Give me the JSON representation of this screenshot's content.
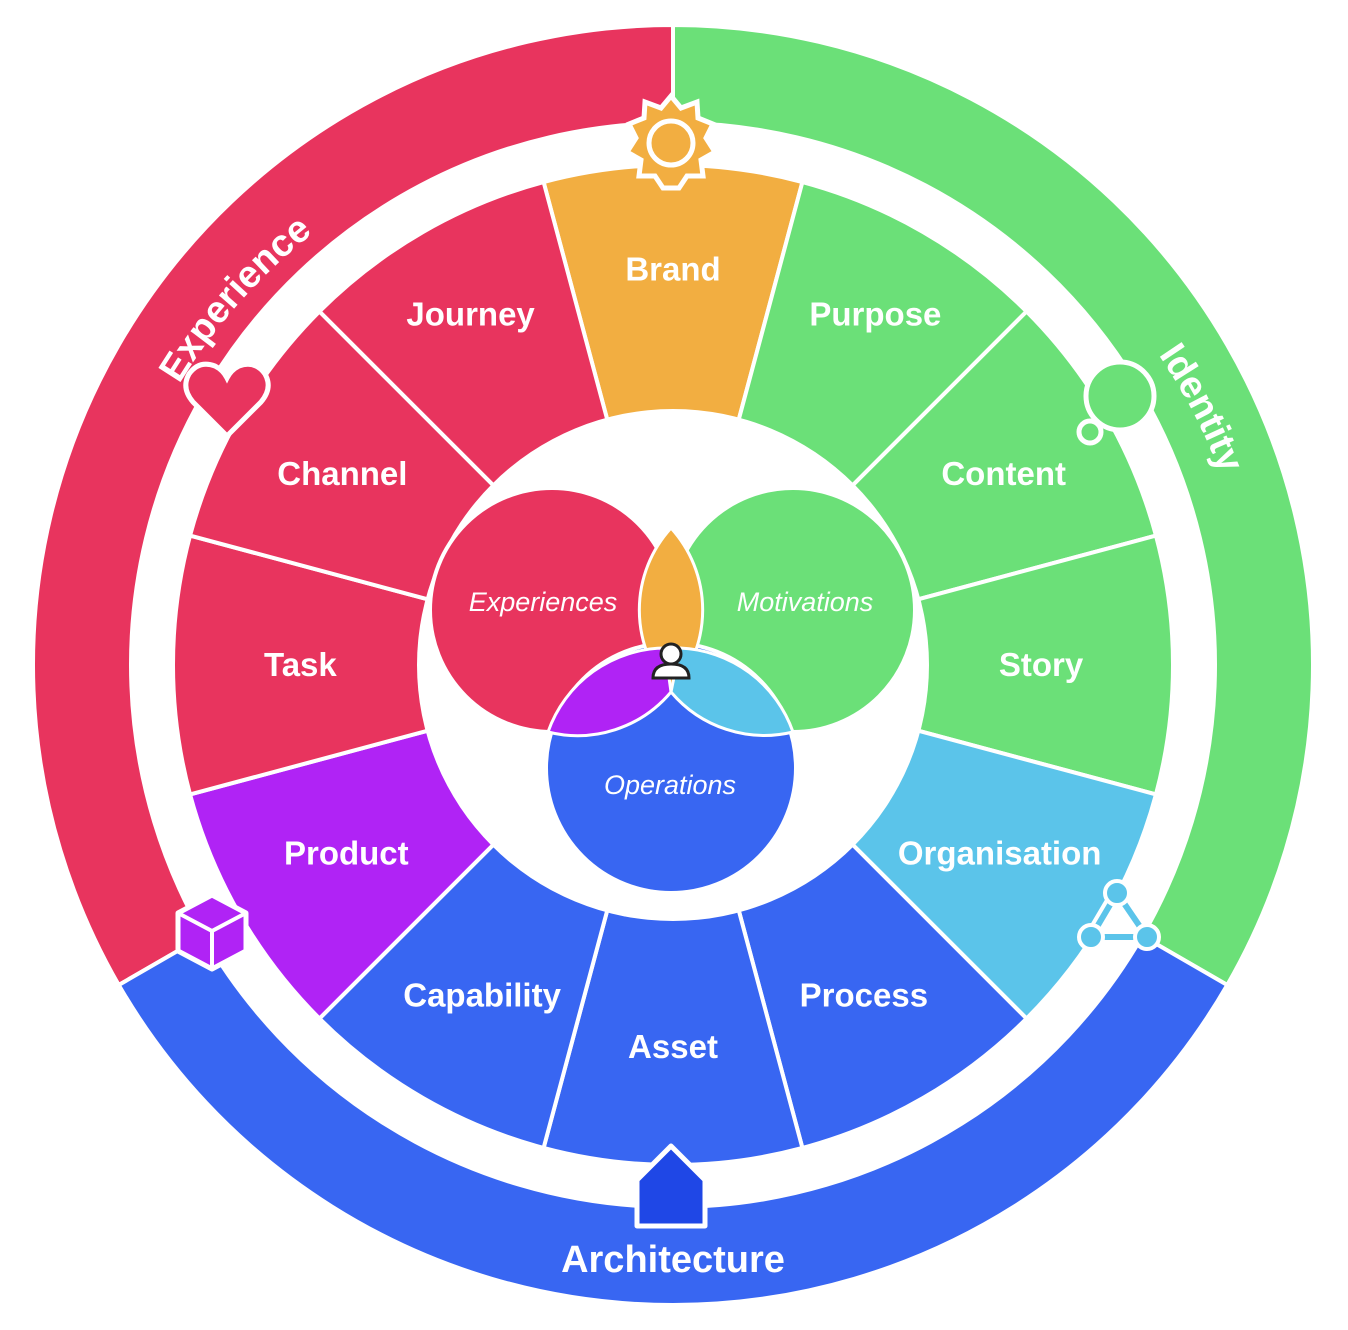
{
  "colors": {
    "experience": "#E8345E",
    "identity": "#6BE078",
    "architecture": "#3866F2",
    "brand": "#F2AE41",
    "product": "#B023F5",
    "organisation": "#5BC4EA",
    "house_icon": "#1F47E6"
  },
  "outer_ring": {
    "experience": "Experience",
    "identity": "Identity",
    "architecture": "Architecture"
  },
  "segments": [
    {
      "label": "Brand",
      "color": "brand"
    },
    {
      "label": "Purpose",
      "color": "identity"
    },
    {
      "label": "Content",
      "color": "identity"
    },
    {
      "label": "Story",
      "color": "identity"
    },
    {
      "label": "Organisation",
      "color": "organisation"
    },
    {
      "label": "Process",
      "color": "architecture"
    },
    {
      "label": "Asset",
      "color": "architecture"
    },
    {
      "label": "Capability",
      "color": "architecture"
    },
    {
      "label": "Product",
      "color": "product"
    },
    {
      "label": "Task",
      "color": "experience"
    },
    {
      "label": "Channel",
      "color": "experience"
    },
    {
      "label": "Journey",
      "color": "experience"
    }
  ],
  "venn": {
    "experiences": "Experiences",
    "motivations": "Motivations",
    "operations": "Operations"
  },
  "icons": [
    "sun-icon",
    "thought-bubble-icon",
    "network-triangle-icon",
    "house-icon",
    "cube-icon",
    "heart-icon",
    "person-icon"
  ]
}
